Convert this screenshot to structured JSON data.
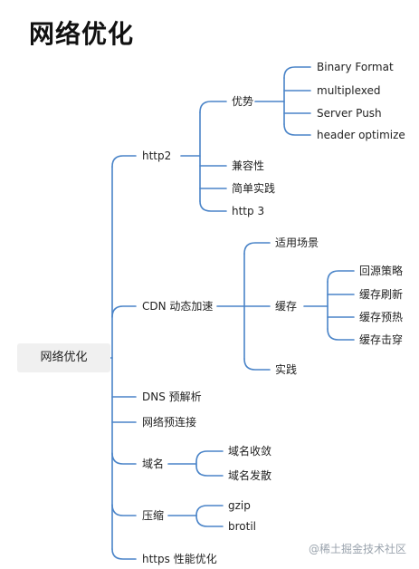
{
  "title": "网络优化",
  "mindmap": {
    "root": "网络优化",
    "nodes": {
      "http2": "http2",
      "advantages": "优势",
      "binary_format": "Binary Format",
      "multiplexed": "multiplexed",
      "server_push": "Server Push",
      "header_optimize": "header optimize",
      "compatibility": "兼容性",
      "simple_practice": "简单实践",
      "http3": "http 3",
      "cdn": "CDN 动态加速",
      "use_cases": "适用场景",
      "cache": "缓存",
      "back_to_source": "回源策略",
      "cache_refresh": "缓存刷新",
      "cache_preheat": "缓存预热",
      "cache_penetration": "缓存击穿",
      "cdn_practice": "实践",
      "dns": "DNS 预解析",
      "preconnect": "网络预连接",
      "domain": "域名",
      "domain_converge": "域名收敛",
      "domain_divergence": "域名发散",
      "compression": "压缩",
      "gzip": "gzip",
      "brotil": "brotil",
      "https": "https 性能优化"
    }
  },
  "watermark": "@稀土掘金技术社区",
  "colors": {
    "line": "#4a84c8",
    "root_bg": "#f0f0f0"
  }
}
